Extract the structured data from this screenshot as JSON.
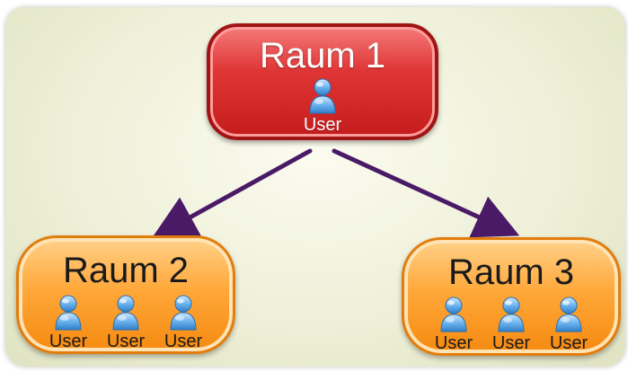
{
  "diagram": {
    "rooms": [
      {
        "id": "raum-1",
        "title": "Raum 1",
        "color": "#d92b2b",
        "users": [
          "User"
        ]
      },
      {
        "id": "raum-2",
        "title": "Raum 2",
        "color": "#f7981f",
        "users": [
          "User",
          "User",
          "User"
        ]
      },
      {
        "id": "raum-3",
        "title": "Raum 3",
        "color": "#f7981f",
        "users": [
          "User",
          "User",
          "User"
        ]
      }
    ],
    "arrows": [
      {
        "from": "raum-1",
        "to": "raum-2",
        "color": "#4a1a66"
      },
      {
        "from": "raum-1",
        "to": "raum-3",
        "color": "#4a1a66"
      }
    ],
    "icons": {
      "user": "user-icon"
    },
    "colors": {
      "background": "#eef0d8",
      "user_icon": "#5fa9e6"
    }
  }
}
